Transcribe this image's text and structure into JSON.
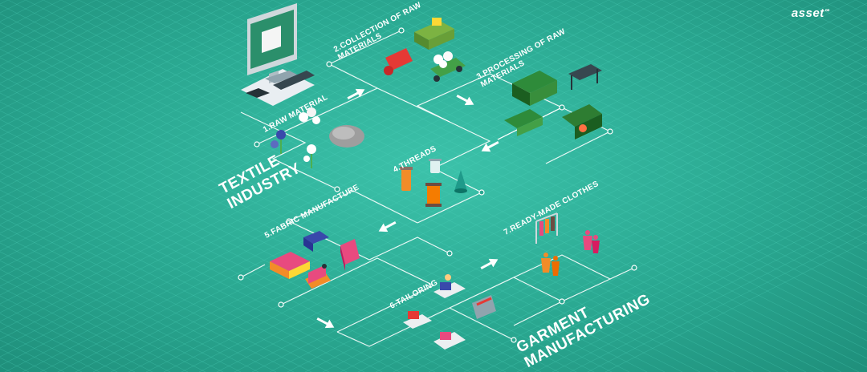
{
  "brand": {
    "logo_text": "asset",
    "logo_mark": "∞"
  },
  "labels": {
    "textile_industry": "TEXTILE\nINDUSTRY",
    "garment_manufacturing": "GARMENT\nMANUFACTURING"
  },
  "steps": [
    {
      "label": "1.RAW MATERIAL",
      "icon": "cotton-flower-icon"
    },
    {
      "label": "2.COLLECTION OF RAW\nMATERIALS",
      "icon": "harvester-icon"
    },
    {
      "label": "3.PROCESSING OF RAW\nMATERIALS",
      "icon": "processing-machine-icon"
    },
    {
      "label": "4.THREADS",
      "icon": "thread-spool-icon"
    },
    {
      "label": "5.FABRIC MANUFACTURE",
      "icon": "loom-icon"
    },
    {
      "label": "6.TAILORING",
      "icon": "sewing-machine-icon"
    },
    {
      "label": "7.READY-MADE CLOTHES",
      "icon": "mannequin-icon"
    }
  ],
  "colors": {
    "background": "#2aa891",
    "grid": "#4fd2bb",
    "line": "#ffffff",
    "machine_green": "#2e8b3a",
    "orange": "#f28c28",
    "pink": "#e84a7f",
    "teal_spool": "#1f9a8a"
  }
}
